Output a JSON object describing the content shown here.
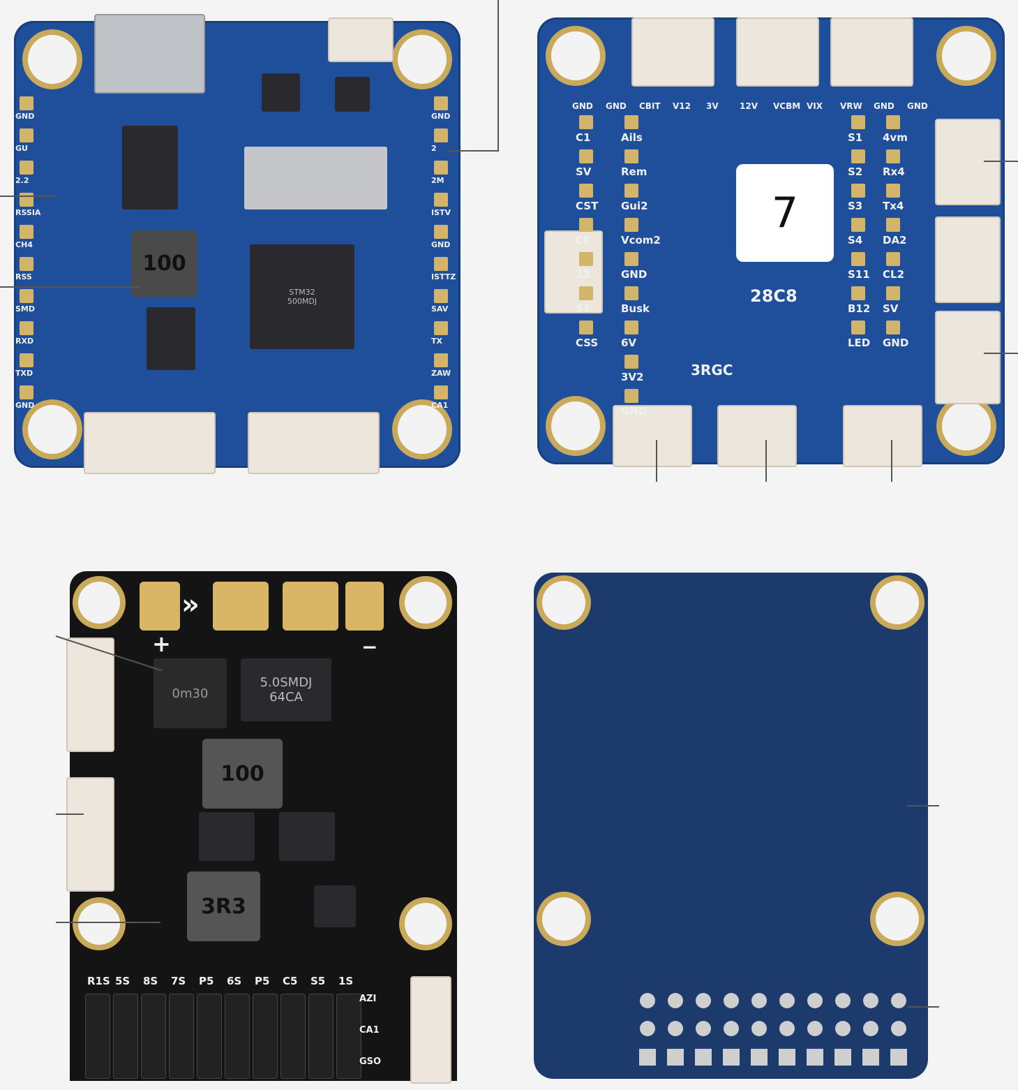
{
  "boards": {
    "top_left": {
      "inductor": "100",
      "mcu": "STM32\n500MDJ",
      "left_pads": [
        "GND",
        "GU",
        "2.2",
        "RSSIA",
        "CH4",
        "RSS",
        "SMD",
        "RXD",
        "TXD",
        "GND"
      ],
      "right_pads": [
        "GND",
        "2",
        "2M",
        "ISTV",
        "GND",
        "ISTTZ",
        "SAV",
        "TX",
        "ZAW",
        "CA1"
      ]
    },
    "top_right": {
      "sticker": "7",
      "code": "28C8",
      "left_cols": [
        "C1",
        "SV",
        "CST",
        "CK",
        "33",
        "S1",
        "CSS"
      ],
      "mid_cols": [
        "Ails",
        "Rem",
        "Gui2",
        "Vcom2",
        "GND",
        "Busk",
        "6V",
        "3V2",
        "GND"
      ],
      "right_col1": [
        "S1",
        "S2",
        "S3",
        "S4",
        "S11",
        "B12",
        "LED"
      ],
      "right_col2": [
        "4vm",
        "Rx4",
        "Tx4",
        "DA2",
        "CL2",
        "SV",
        "GND"
      ],
      "top_labels": [
        "GND",
        "GND",
        "CBIT",
        "V12",
        "3V",
        "12V",
        "VCBM",
        "VIX",
        "VRW",
        "GND",
        "GND"
      ],
      "bottom_text": "3RGC"
    },
    "bottom_left": {
      "tvs": "5.0SMDJ\n64CA",
      "inductor1": "100",
      "inductor2": "3R3",
      "plus": "+",
      "minus": "−",
      "arrows": "»",
      "header_labels": [
        "R1S",
        "5S",
        "8S",
        "7S",
        "P5",
        "6S",
        "P5",
        "C5",
        "S5",
        "1S"
      ],
      "side_labels": [
        "AZI",
        "CA1",
        "GSO"
      ]
    }
  }
}
